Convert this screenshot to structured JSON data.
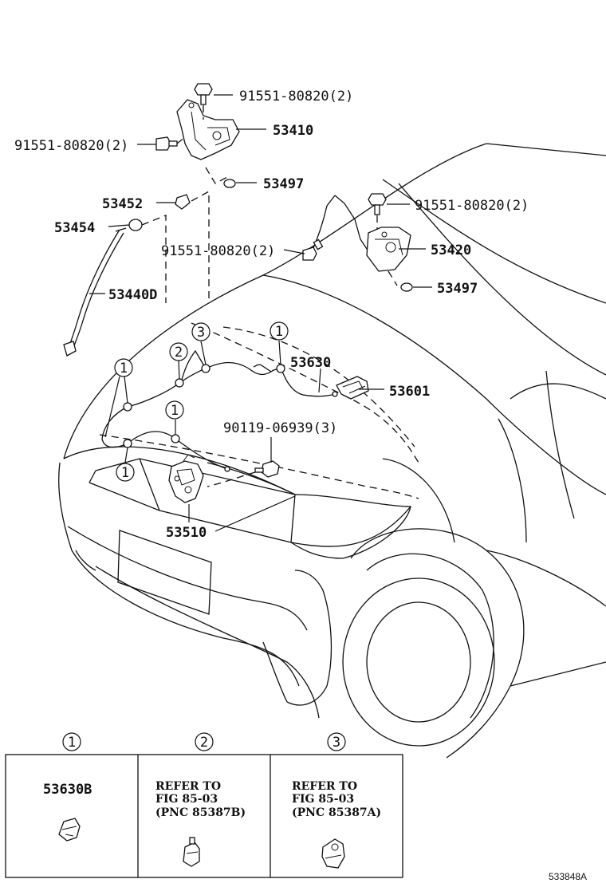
{
  "callouts": {
    "bolt_top_right_hinge": "91551-80820(2)",
    "bolt_left_hinge": "91551-80820(2)",
    "hinge_left": "53410",
    "washer_left": "53497",
    "clip_53452": "53452",
    "clip_53454": "53454",
    "bolt_mid": "91551-80820(2)",
    "rod_support": "53440D",
    "bolt_right_hinge": "91551-80820(2)",
    "hinge_right": "53420",
    "washer_right": "53497",
    "release_cable": "53630",
    "release_lever": "53601",
    "screw": "90119-06939(3)",
    "lock": "53510"
  },
  "markers": {
    "one": "1",
    "two": "2",
    "three": "3"
  },
  "legend": {
    "cell1": {
      "marker": "1",
      "part": "53630B"
    },
    "cell2": {
      "marker": "2",
      "line1": "REFER TO",
      "line2": "FIG 85-03",
      "line3": "(PNC 85387B)"
    },
    "cell3": {
      "marker": "3",
      "line1": "REFER TO",
      "line2": "FIG 85-03",
      "line3": "(PNC 85387A)"
    }
  },
  "figure_id": "533848A"
}
